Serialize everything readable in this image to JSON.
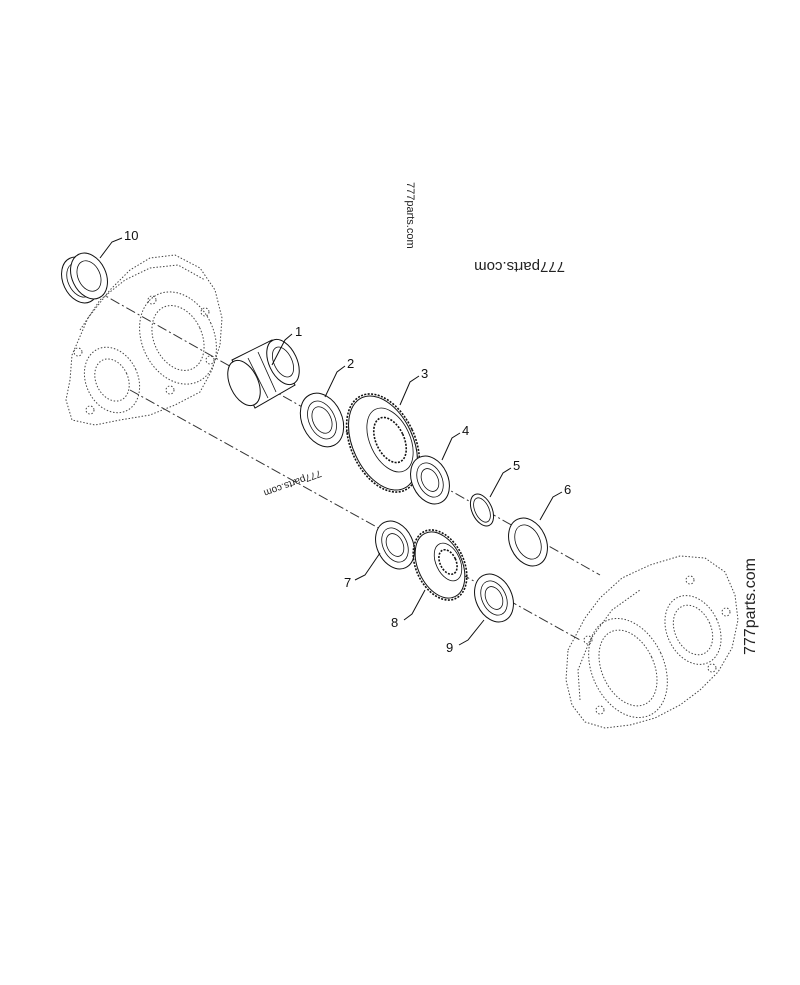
{
  "diagram": {
    "watermarks": [
      "777parts.com",
      "777parts.com",
      "777parts.com",
      "777parts.com"
    ],
    "callouts": [
      "1",
      "2",
      "3",
      "4",
      "5",
      "6",
      "7",
      "8",
      "9",
      "10"
    ]
  }
}
